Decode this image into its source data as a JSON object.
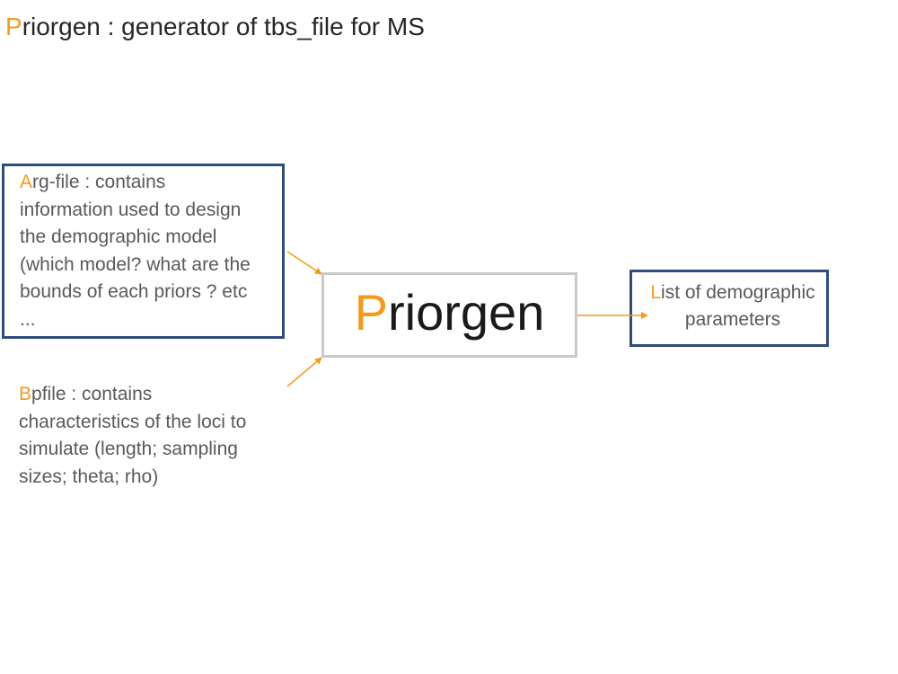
{
  "title": {
    "initial": "P",
    "rest": "riorgen : generator of tbs_file for MS"
  },
  "arg_file": {
    "initial": "A",
    "lines": [
      "rg-file : contains",
      "information used to design",
      "the demographic model",
      "(which model? what are the",
      "bounds of each priors ? etc",
      "..."
    ]
  },
  "priorgen": {
    "initial": "P",
    "rest": "riorgen"
  },
  "output": {
    "initial": "L",
    "line1_rest": "ist of demographic",
    "line2": "parameters"
  },
  "bp_file": {
    "initial": "B",
    "lines": [
      "pfile : contains",
      "characteristics of the loci to",
      "simulate (length; sampling",
      "sizes; theta; rho)"
    ]
  },
  "colors": {
    "accent": "#f39a1e",
    "box_border_blue": "#2f4d7a",
    "box_border_gray": "#c9c9c9",
    "text_gray": "#595959"
  }
}
